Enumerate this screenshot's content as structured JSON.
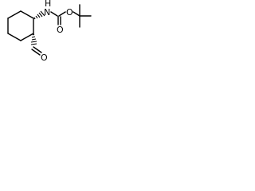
{
  "diagram": {
    "type": "chemical-structure",
    "atom_labels": {
      "nitrogen_h": "H",
      "nitrogen": "N",
      "ester_oxygen": "O",
      "carbonyl_oxygen": "O",
      "aldehyde_oxygen": "O"
    },
    "colors": {
      "bond": "#000000",
      "text": "#000000",
      "background": "#ffffff"
    }
  }
}
